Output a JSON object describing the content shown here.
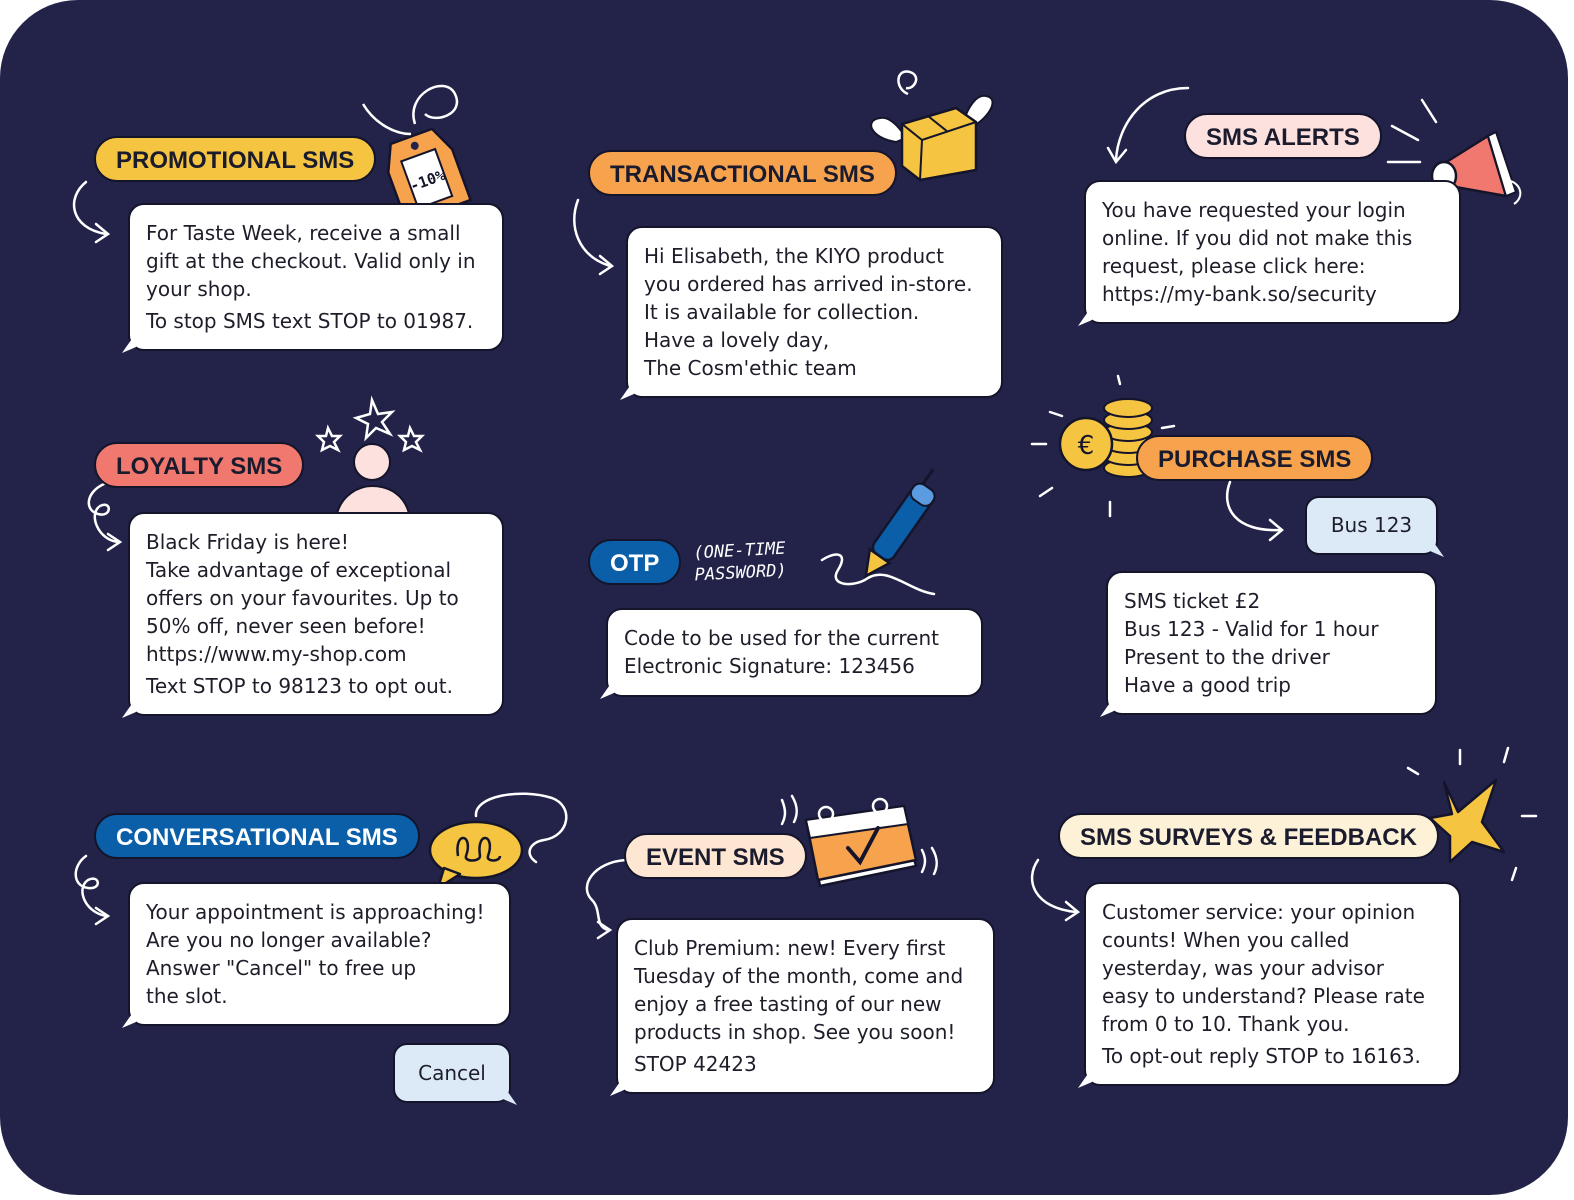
{
  "colors": {
    "background": "#23234a",
    "yellow": "#f5c542",
    "orange": "#f7a24d",
    "pink": "#fde1df",
    "red": "#f0786e",
    "blue": "#0b5fa8",
    "peach": "#fde7d2",
    "cream": "#fdf1d8",
    "reply": "#dceaf8"
  },
  "promotional": {
    "label": "PROMOTIONAL SMS",
    "lines": [
      "For Taste Week, receive a small",
      "gift at the checkout. Valid only in",
      "your shop.",
      "To stop SMS text STOP to 01987."
    ],
    "tag_text": "-10%",
    "icon": "price-tag-icon"
  },
  "transactional": {
    "label": "TRANSACTIONAL SMS",
    "lines": [
      "Hi Elisabeth, the KIYO product",
      "you ordered has arrived in-store.",
      "It is available for collection.",
      "Have a lovely day,",
      "The Cosm'ethic team"
    ],
    "icon": "winged-box-icon"
  },
  "alerts": {
    "label": "SMS ALERTS",
    "lines": [
      "You have requested your login",
      "online. If you did not make this",
      "request, please click here:",
      "https://my-bank.so/security"
    ],
    "icon": "megaphone-icon"
  },
  "loyalty": {
    "label": "LOYALTY SMS",
    "lines": [
      "Black Friday is here!",
      "Take advantage of exceptional",
      "offers on your favourites. Up to",
      "50% off, never seen before!",
      "https://www.my-shop.com",
      "Text STOP to 98123 to opt out."
    ],
    "icon": "person-stars-icon"
  },
  "otp": {
    "label": "OTP",
    "note_line1": "(ONE-TIME",
    "note_line2": "PASSWORD)",
    "lines": [
      "Code to be used for the current",
      "Electronic Signature: 123456"
    ],
    "icon": "pen-icon"
  },
  "purchase": {
    "label": "PURCHASE SMS",
    "reply": "Bus 123",
    "lines": [
      "SMS ticket £2",
      "Bus 123 - Valid for 1 hour",
      "Present to the driver",
      "Have a good trip"
    ],
    "coin_symbol": "€",
    "icon": "coins-icon"
  },
  "conversational": {
    "label": "CONVERSATIONAL SMS",
    "lines": [
      "Your appointment is approaching!",
      "Are you no longer available?",
      "Answer \"Cancel\" to free up",
      "the slot."
    ],
    "reply": "Cancel",
    "icon": "chat-bubble-icon"
  },
  "event": {
    "label": "EVENT SMS",
    "lines": [
      "Club Premium: new! Every first",
      "Tuesday of the month, come and",
      "enjoy a free tasting of our new",
      "products in shop. See you soon!",
      "STOP 42423"
    ],
    "icon": "calendar-check-icon"
  },
  "surveys": {
    "label": "SMS SURVEYS & FEEDBACK",
    "lines": [
      "Customer service: your opinion",
      "counts! When you called",
      "yesterday, was your advisor",
      "easy to understand? Please rate",
      "from 0 to 10. Thank you.",
      "To opt-out reply STOP to 16163."
    ],
    "icon": "star-icon"
  }
}
